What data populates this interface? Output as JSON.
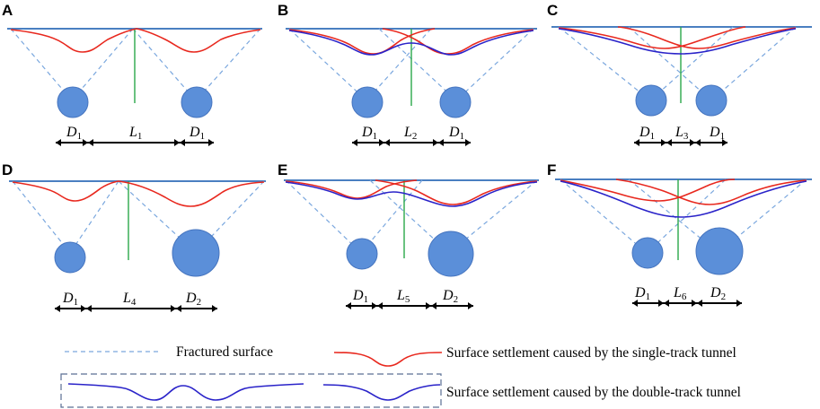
{
  "colors": {
    "ground": "#4a7fc1",
    "fractured": "#7aa7de",
    "single_track": "#e8281e",
    "double_track": "#2a23c9",
    "axis": "#2aa84a",
    "tunnel": "#5b8fd9"
  },
  "panels": [
    {
      "id": "A",
      "labels": [
        {
          "main": "D",
          "sub": "1"
        },
        {
          "main": "L",
          "sub": "1"
        },
        {
          "main": "D",
          "sub": "1"
        }
      ]
    },
    {
      "id": "B",
      "labels": [
        {
          "main": "D",
          "sub": "1"
        },
        {
          "main": "L",
          "sub": "2"
        },
        {
          "main": "D",
          "sub": "1"
        }
      ]
    },
    {
      "id": "C",
      "labels": [
        {
          "main": "D",
          "sub": "1"
        },
        {
          "main": "L",
          "sub": "3"
        },
        {
          "main": "D",
          "sub": "1"
        }
      ]
    },
    {
      "id": "D",
      "labels": [
        {
          "main": "D",
          "sub": "1"
        },
        {
          "main": "L",
          "sub": "4"
        },
        {
          "main": "D",
          "sub": "2"
        }
      ]
    },
    {
      "id": "E",
      "labels": [
        {
          "main": "D",
          "sub": "1"
        },
        {
          "main": "L",
          "sub": "5"
        },
        {
          "main": "D",
          "sub": "2"
        }
      ]
    },
    {
      "id": "F",
      "labels": [
        {
          "main": "D",
          "sub": "1"
        },
        {
          "main": "L",
          "sub": "6"
        },
        {
          "main": "D",
          "sub": "2"
        }
      ]
    }
  ],
  "legend": {
    "fractured": "Fractured surface",
    "single": "Surface settlement caused by the single-track tunnel",
    "double": "Surface settlement caused by the double-track tunnel"
  }
}
